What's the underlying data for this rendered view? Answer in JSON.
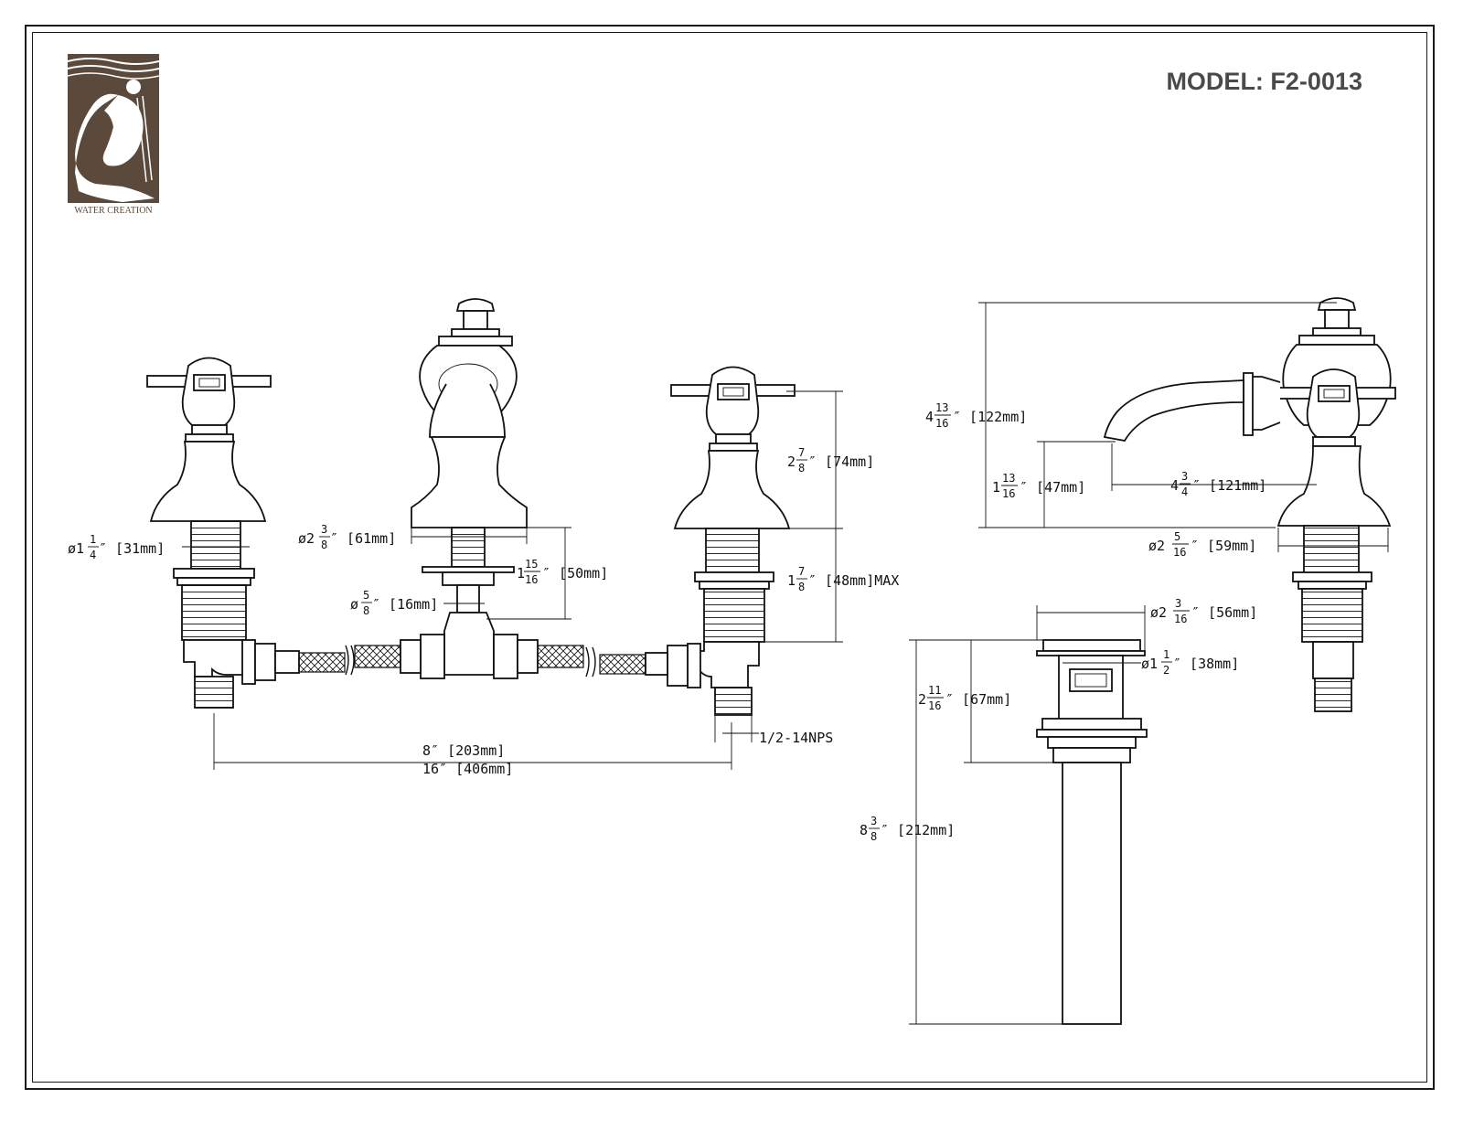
{
  "brand": {
    "caption": "WATER CREATION",
    "logo_icon": "kneeling-figure-logo-icon",
    "logo_color": "#5b4a3b"
  },
  "model": "MODEL: F2-0013",
  "dimensions": {
    "handle_dia": {
      "whole": "ø1",
      "num": "1",
      "den": "4",
      "rest": "″ [31mm]"
    },
    "spout_base_dia": {
      "whole": "ø2",
      "num": "3",
      "den": "8",
      "rest": "″ [61mm]"
    },
    "shank_dia": {
      "whole": "ø",
      "num": "5",
      "den": "8",
      "rest": "″ [16mm]"
    },
    "spout_shank": {
      "whole": "1",
      "num": "15",
      "den": "16",
      "rest": "″ [50mm]"
    },
    "handle_height": {
      "whole": "2",
      "num": "7",
      "den": "8",
      "rest": "″ [74mm]"
    },
    "shank_max": {
      "whole": "1",
      "num": "7",
      "den": "8",
      "rest": "″ [48mm]MAX"
    },
    "thread": "1/2-14NPS",
    "spread_min": "8″ [203mm]",
    "spread_max": "16″ [406mm]",
    "total_height": {
      "whole": "4",
      "num": "13",
      "den": "16",
      "rest": "″ [122mm]"
    },
    "spout_height": {
      "whole": "1",
      "num": "13",
      "den": "16",
      "rest": "″ [47mm]"
    },
    "spout_reach": {
      "whole": "4",
      "num": "3",
      "den": "4",
      "rest": "″ [121mm]"
    },
    "side_base_dia": {
      "whole": "ø2",
      "num": "5",
      "den": "16",
      "rest": "″ [59mm]"
    },
    "drain_cap_dia": {
      "whole": "ø2",
      "num": "3",
      "den": "16",
      "rest": "″ [56mm]"
    },
    "drain_hole_dia": {
      "whole": "ø1",
      "num": "1",
      "den": "2",
      "rest": "″ [38mm]"
    },
    "drain_body": {
      "whole": "2",
      "num": "11",
      "den": "16",
      "rest": "″ [67mm]"
    },
    "drain_total": {
      "whole": "8",
      "num": "3",
      "den": "8",
      "rest": "″ [212mm]"
    }
  }
}
